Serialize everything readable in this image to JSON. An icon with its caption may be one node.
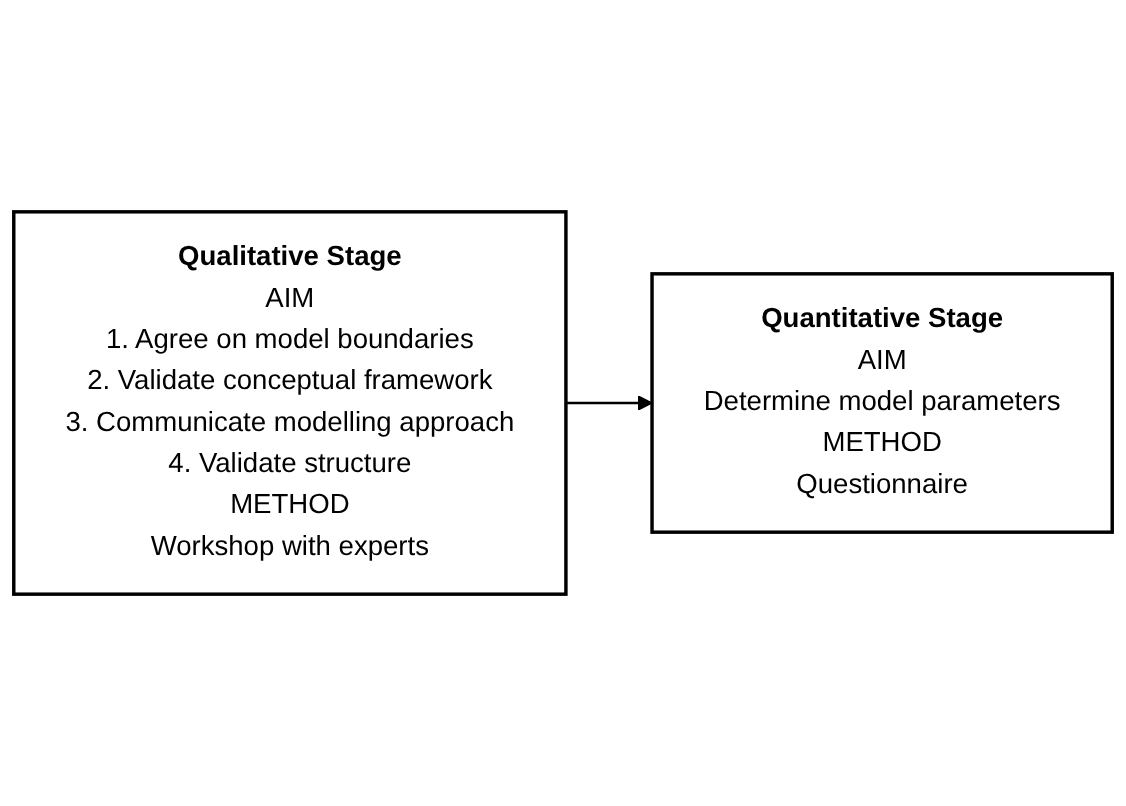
{
  "diagram": {
    "nodes": [
      {
        "text": [
          "Qualitative Stage",
          "AIM",
          "1. Agree on model boundaries",
          "2. Validate conceptual framework",
          "3. Communicate modelling approach",
          "4. Validate structure",
          "METHOD",
          "Workshop with experts"
        ]
      },
      {
        "text": [
          "Quantitative Stage",
          "AIM",
          "Determine model parameters",
          "METHOD",
          "Questionnaire"
        ]
      }
    ],
    "edges": [
      {
        "from": 0,
        "to": 1,
        "arrow": "to"
      }
    ]
  }
}
